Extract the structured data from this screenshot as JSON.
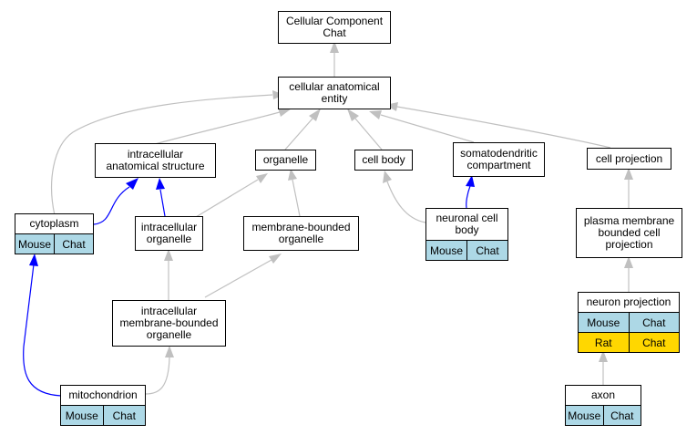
{
  "nodes": {
    "root": {
      "title": "Cellular Component\nChat"
    },
    "cae": {
      "title": "cellular anatomical\nentity"
    },
    "ias": {
      "title": "intracellular\nanatomical structure"
    },
    "organelle": {
      "title": "organelle"
    },
    "cellbody": {
      "title": "cell body"
    },
    "somato": {
      "title": "somatodendritic\ncompartment"
    },
    "cellproj": {
      "title": "cell projection"
    },
    "cytoplasm": {
      "title": "cytoplasm",
      "tags": [
        [
          "Mouse",
          "Chat"
        ]
      ]
    },
    "intraorg": {
      "title": "intracellular\norganelle"
    },
    "mbo": {
      "title": "membrane-bounded\norganelle"
    },
    "ncb": {
      "title": "neuronal cell\nbody",
      "tags": [
        [
          "Mouse",
          "Chat"
        ]
      ]
    },
    "pmbcp": {
      "title": "plasma membrane\nbounded cell\nprojection"
    },
    "imbo": {
      "title": "intracellular\nmembrane-bounded\norganelle"
    },
    "neuronproj": {
      "title": "neuron projection",
      "tags": [
        [
          "Mouse",
          "Chat"
        ],
        [
          "Rat",
          "Chat"
        ]
      ]
    },
    "mito": {
      "title": "mitochondrion",
      "tags": [
        [
          "Mouse",
          "Chat"
        ]
      ]
    },
    "axon": {
      "title": "axon",
      "tags": [
        [
          "Mouse",
          "Chat"
        ]
      ]
    }
  },
  "colors": {
    "edge_gray": "#c0c0c0",
    "edge_blue": "#0000ff",
    "mouse_tag": "#add8e6",
    "rat_tag": "#ffd700"
  }
}
